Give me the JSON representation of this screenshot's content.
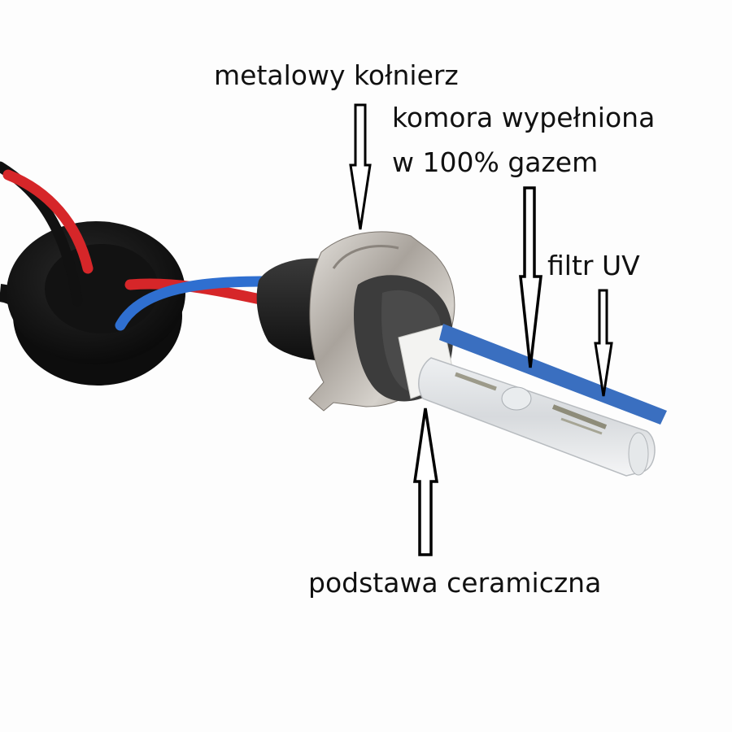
{
  "image": {
    "subject": "xenon HID bulb with wiring grommet",
    "background": "#fdfdfd"
  },
  "labels": {
    "flange": "metalowy kołnierz",
    "chamber_line1": "komora wypełniona",
    "chamber_line2": "w 100% gazem",
    "uv_filter": "filtr UV",
    "ceramic_base": "podstawa ceramiczna"
  },
  "colors": {
    "text": "#111111",
    "arrow_stroke": "#000000",
    "wire_red": "#e0262a",
    "wire_blue": "#2f6fd0",
    "wire_black": "#151515",
    "grommet": "#1a1a1a",
    "metal": "#b9b4ae",
    "uv_strip": "#3a6fc0"
  }
}
